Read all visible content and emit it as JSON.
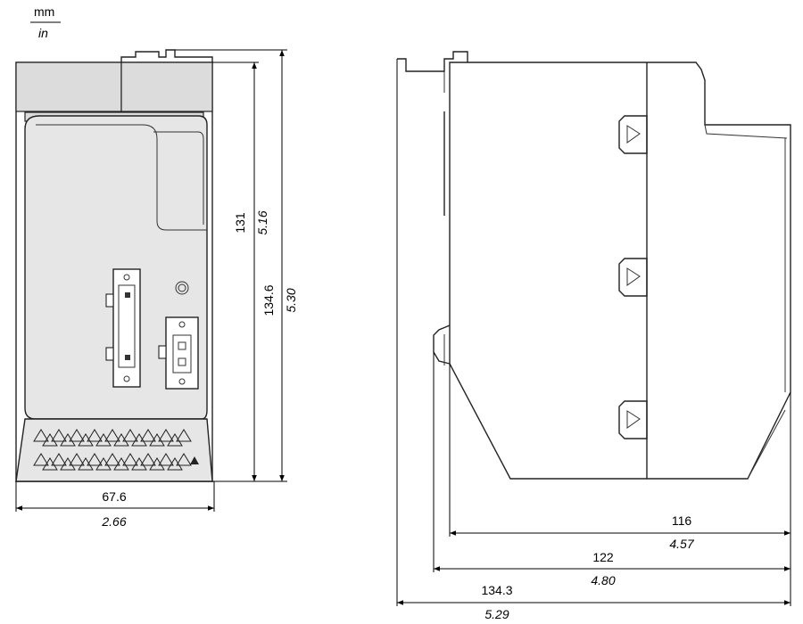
{
  "units": {
    "primary": "mm",
    "secondary": "in"
  },
  "front_view": {
    "width": {
      "mm": "67.6",
      "in": "2.66"
    },
    "height_body": {
      "mm": "131",
      "in": "5.16"
    },
    "height_total": {
      "mm": "134.6",
      "in": "5.30"
    }
  },
  "side_view": {
    "depth_body": {
      "mm": "116",
      "in": "4.57"
    },
    "depth_with_rail": {
      "mm": "122",
      "in": "4.80"
    },
    "depth_total": {
      "mm": "134.3",
      "in": "5.29"
    }
  }
}
